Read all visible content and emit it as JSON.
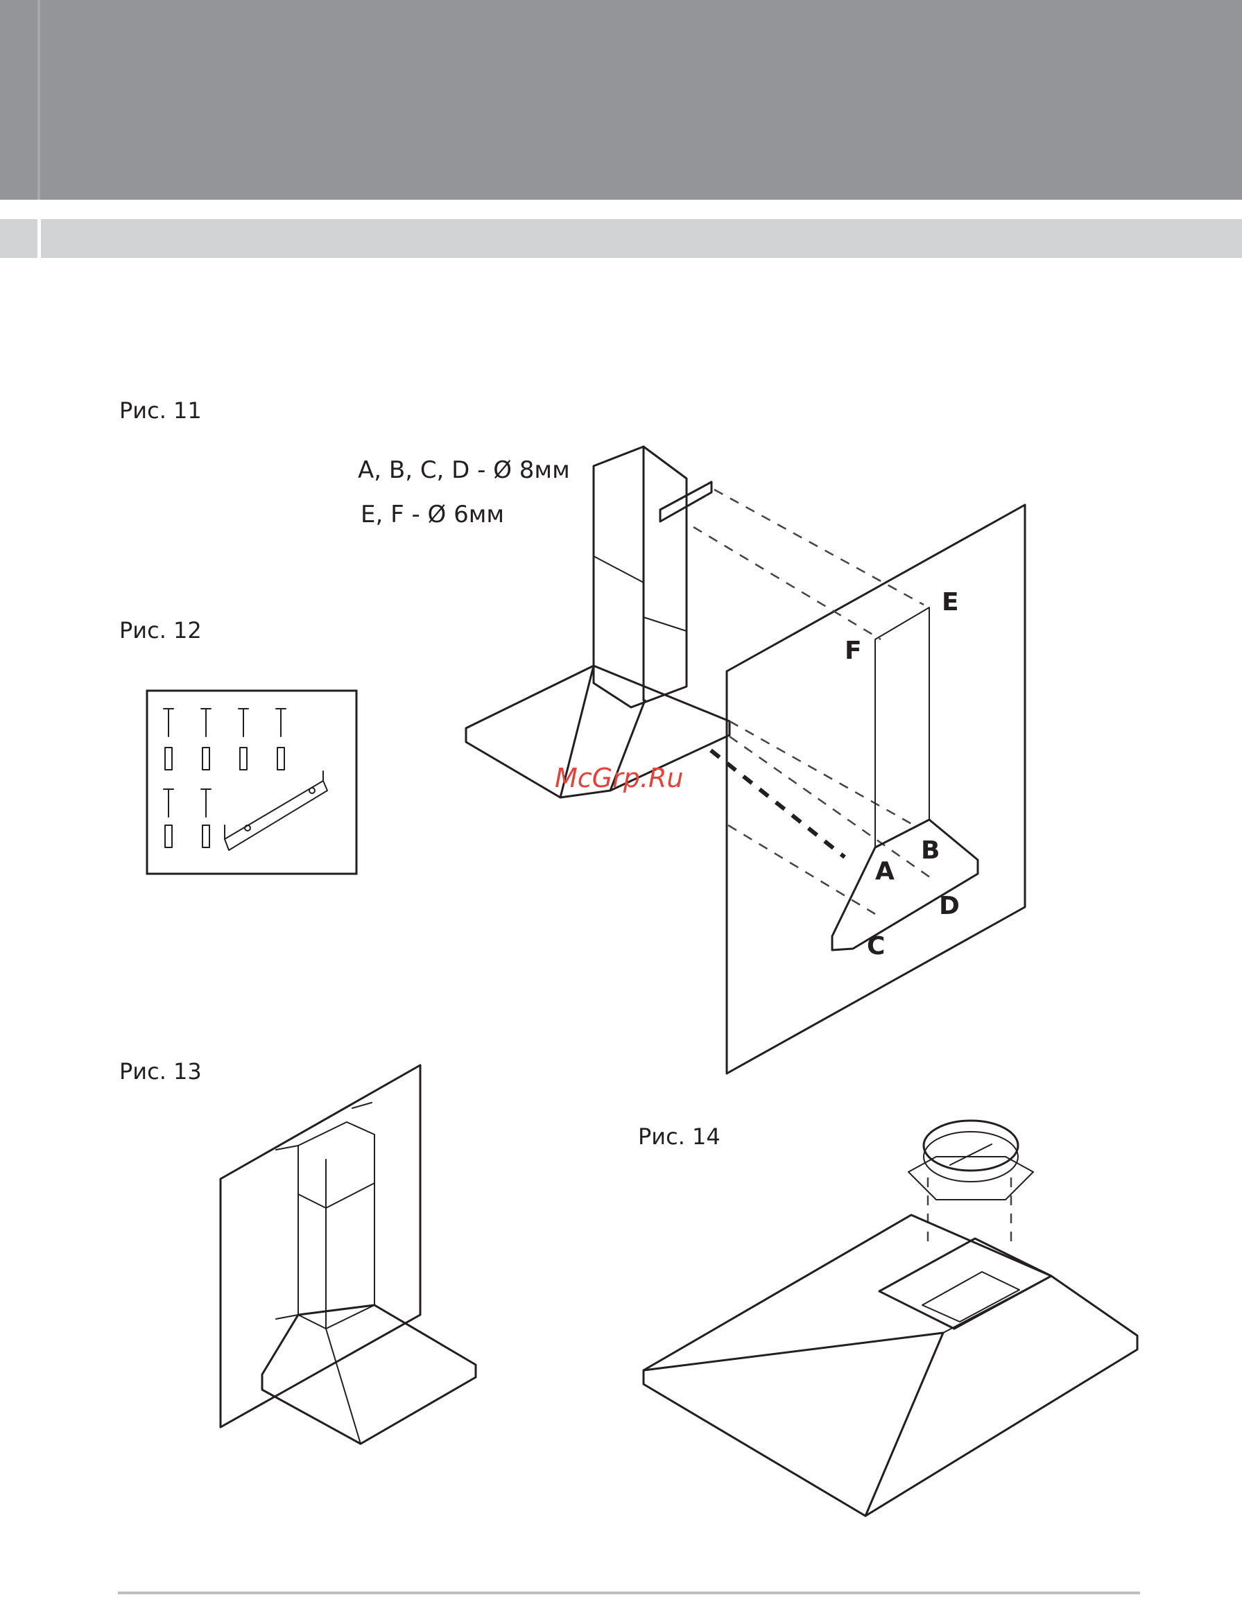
{
  "figures": {
    "fig11": {
      "label": "Рис. 11"
    },
    "fig12": {
      "label": "Рис. 12"
    },
    "fig13": {
      "label": "Рис. 13"
    },
    "fig14": {
      "label": "Рис. 14"
    }
  },
  "specs": {
    "line1": "A, B, C, D - Ø 8мм",
    "line2": "E, F - Ø 6мм"
  },
  "holes": {
    "A": "A",
    "B": "B",
    "C": "C",
    "D": "D",
    "E": "E",
    "F": "F"
  },
  "watermark": "McGrp.Ru",
  "colors": {
    "header_dark": "#939598",
    "header_light": "#d1d3d4",
    "line": "#231f20",
    "watermark": "#e0443a"
  }
}
